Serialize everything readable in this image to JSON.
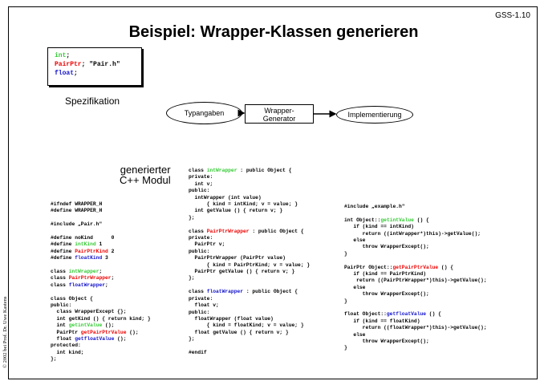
{
  "slide": {
    "id": "GSS-1.10",
    "title": "Beispiel: Wrapper-Klassen generieren",
    "copyright": "© 2002 bei Prof. Dr. Uwe Kastens"
  },
  "spec": {
    "lines": [
      [
        {
          "t": "int",
          "c": "green"
        },
        {
          "t": ";",
          "c": ""
        }
      ],
      [
        {
          "t": "PairPtr",
          "c": "red"
        },
        {
          "t": "; \"Pair.h\"",
          "c": ""
        }
      ],
      [
        {
          "t": "float",
          "c": "blue"
        },
        {
          "t": ";",
          "c": ""
        }
      ]
    ],
    "label": "Spezifikation"
  },
  "flow": {
    "types": "Typangaben",
    "generator_line1": "Wrapper-",
    "generator_line2": "Generator",
    "impl": "Implementierung"
  },
  "generated_label": {
    "line1": "generierter",
    "line2": "C++ Modul"
  },
  "code_header": [
    [
      {
        "t": "#ifndef WRAPPER_H",
        "c": ""
      }
    ],
    [
      {
        "t": "#define WRAPPER_H",
        "c": ""
      }
    ],
    [
      {
        "t": "",
        "c": ""
      }
    ],
    [
      {
        "t": "#include „Pair.h\"",
        "c": ""
      }
    ],
    [
      {
        "t": "",
        "c": ""
      }
    ],
    [
      {
        "t": "#define noKind      0",
        "c": ""
      }
    ],
    [
      {
        "t": "#define ",
        "c": ""
      },
      {
        "t": "intKind",
        "c": "green"
      },
      {
        "t": " 1",
        "c": ""
      }
    ],
    [
      {
        "t": "#define ",
        "c": ""
      },
      {
        "t": "PairPtrKind",
        "c": "red"
      },
      {
        "t": " 2",
        "c": ""
      }
    ],
    [
      {
        "t": "#define ",
        "c": ""
      },
      {
        "t": "floatKind",
        "c": "blue"
      },
      {
        "t": " 3",
        "c": ""
      }
    ],
    [
      {
        "t": "",
        "c": ""
      }
    ],
    [
      {
        "t": "class ",
        "c": ""
      },
      {
        "t": "intWrapper",
        "c": "green"
      },
      {
        "t": ";",
        "c": ""
      }
    ],
    [
      {
        "t": "class ",
        "c": ""
      },
      {
        "t": "PairPtrWrapper",
        "c": "red"
      },
      {
        "t": ";",
        "c": ""
      }
    ],
    [
      {
        "t": "class ",
        "c": ""
      },
      {
        "t": "floatWrapper",
        "c": "blue"
      },
      {
        "t": ";",
        "c": ""
      }
    ],
    [
      {
        "t": "",
        "c": ""
      }
    ],
    [
      {
        "t": "class Object {",
        "c": ""
      }
    ],
    [
      {
        "t": "public:",
        "c": ""
      }
    ],
    [
      {
        "t": "  class WrapperExcept {};",
        "c": ""
      }
    ],
    [
      {
        "t": "  int getKind () { return kind; }",
        "c": ""
      }
    ],
    [
      {
        "t": "  int ",
        "c": ""
      },
      {
        "t": "getintValue",
        "c": "green"
      },
      {
        "t": " ();",
        "c": ""
      }
    ],
    [
      {
        "t": "  PairPtr ",
        "c": ""
      },
      {
        "t": "getPairPtrValue",
        "c": "red"
      },
      {
        "t": " ();",
        "c": ""
      }
    ],
    [
      {
        "t": "  float ",
        "c": ""
      },
      {
        "t": "getfloatValue",
        "c": "blue"
      },
      {
        "t": " ();",
        "c": ""
      }
    ],
    [
      {
        "t": "protected:",
        "c": ""
      }
    ],
    [
      {
        "t": "  int kind;",
        "c": ""
      }
    ],
    [
      {
        "t": "};",
        "c": ""
      }
    ]
  ],
  "code_classes": [
    [
      {
        "t": "class ",
        "c": ""
      },
      {
        "t": "intWrapper",
        "c": "green"
      },
      {
        "t": " : public Object {",
        "c": ""
      }
    ],
    [
      {
        "t": "private:",
        "c": ""
      }
    ],
    [
      {
        "t": "  int v;",
        "c": ""
      }
    ],
    [
      {
        "t": "public:",
        "c": ""
      }
    ],
    [
      {
        "t": "  intWrapper (int value)",
        "c": ""
      }
    ],
    [
      {
        "t": "      { kind = intKind; v = value; }",
        "c": ""
      }
    ],
    [
      {
        "t": "  int getValue () { return v; }",
        "c": ""
      }
    ],
    [
      {
        "t": "};",
        "c": ""
      }
    ],
    [
      {
        "t": "",
        "c": ""
      }
    ],
    [
      {
        "t": "class ",
        "c": ""
      },
      {
        "t": "PairPtrWrapper",
        "c": "red"
      },
      {
        "t": " : public Object {",
        "c": ""
      }
    ],
    [
      {
        "t": "private:",
        "c": ""
      }
    ],
    [
      {
        "t": "  PairPtr v;",
        "c": ""
      }
    ],
    [
      {
        "t": "public:",
        "c": ""
      }
    ],
    [
      {
        "t": "  PairPtrWrapper (PairPtr value)",
        "c": ""
      }
    ],
    [
      {
        "t": "      { kind = PairPtrKind; v = value; }",
        "c": ""
      }
    ],
    [
      {
        "t": "  PairPtr getValue () { return v; }",
        "c": ""
      }
    ],
    [
      {
        "t": "};",
        "c": ""
      }
    ],
    [
      {
        "t": "",
        "c": ""
      }
    ],
    [
      {
        "t": "class ",
        "c": ""
      },
      {
        "t": "floatWrapper",
        "c": "blue"
      },
      {
        "t": " : public Object {",
        "c": ""
      }
    ],
    [
      {
        "t": "private:",
        "c": ""
      }
    ],
    [
      {
        "t": "  float v;",
        "c": ""
      }
    ],
    [
      {
        "t": "public:",
        "c": ""
      }
    ],
    [
      {
        "t": "  floatWrapper (float value)",
        "c": ""
      }
    ],
    [
      {
        "t": "      { kind = floatKind; v = value; }",
        "c": ""
      }
    ],
    [
      {
        "t": "  float getValue () { return v; }",
        "c": ""
      }
    ],
    [
      {
        "t": "};",
        "c": ""
      }
    ],
    [
      {
        "t": "",
        "c": ""
      }
    ],
    [
      {
        "t": "#endif",
        "c": ""
      }
    ]
  ],
  "code_impl": [
    [
      {
        "t": "#include „example.h\"",
        "c": ""
      }
    ],
    [
      {
        "t": "",
        "c": ""
      }
    ],
    [
      {
        "t": "int Object::",
        "c": ""
      },
      {
        "t": "getintValue",
        "c": "green"
      },
      {
        "t": " () {",
        "c": ""
      }
    ],
    [
      {
        "t": "   if (kind == intKind)",
        "c": ""
      }
    ],
    [
      {
        "t": "      return ((intWrapper*)this)->getValue();",
        "c": ""
      }
    ],
    [
      {
        "t": "   else",
        "c": ""
      }
    ],
    [
      {
        "t": "      throw WrapperExcept();",
        "c": ""
      }
    ],
    [
      {
        "t": "}",
        "c": ""
      }
    ],
    [
      {
        "t": "",
        "c": ""
      }
    ],
    [
      {
        "t": "PairPtr Object::",
        "c": ""
      },
      {
        "t": "getPairPtrValue",
        "c": "red"
      },
      {
        "t": " () {",
        "c": ""
      }
    ],
    [
      {
        "t": "   if (kind == PairPtrKind)",
        "c": ""
      }
    ],
    [
      {
        "t": "    return ((PairPtrWrapper*)this)->getValue();",
        "c": ""
      }
    ],
    [
      {
        "t": "   else",
        "c": ""
      }
    ],
    [
      {
        "t": "      throw WrapperExcept();",
        "c": ""
      }
    ],
    [
      {
        "t": "}",
        "c": ""
      }
    ],
    [
      {
        "t": "",
        "c": ""
      }
    ],
    [
      {
        "t": "float Object::",
        "c": ""
      },
      {
        "t": "getfloatValue",
        "c": "blue"
      },
      {
        "t": " () {",
        "c": ""
      }
    ],
    [
      {
        "t": "   if (kind == floatKind)",
        "c": ""
      }
    ],
    [
      {
        "t": "      return ((floatWrapper*)this)->getValue();",
        "c": ""
      }
    ],
    [
      {
        "t": "   else",
        "c": ""
      }
    ],
    [
      {
        "t": "      throw WrapperExcept();",
        "c": ""
      }
    ],
    [
      {
        "t": "}",
        "c": ""
      }
    ]
  ]
}
